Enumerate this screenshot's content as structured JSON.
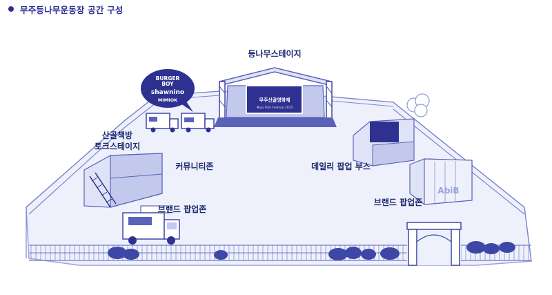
{
  "header": {
    "title": "무주등나무운동장 공간 구성"
  },
  "zones": {
    "main_stage": "등나무스테이지",
    "talk_stage_line1": "산골책방",
    "talk_stage_line2": "토크스테이지",
    "community": "커뮤니티존",
    "brand_popup_left": "브랜드 팝업존",
    "daily_popup": "데일리 팝업 부스",
    "brand_popup_right": "브랜드 팝업존"
  },
  "bubble": {
    "line1": "BURGER",
    "line2": "BOY",
    "line3": "shawnino",
    "line4": "MIMIOK"
  },
  "stage_screen": {
    "title": "무주산골영화제",
    "subtitle": "Muju Film Festival 2025"
  },
  "container_sign": "AbiB",
  "colors": {
    "accent": "#2f3191",
    "ground": "#eef1fb",
    "structure": "#c9d0ee",
    "outline": "#5a63b8",
    "label": "#1e2a6e"
  }
}
